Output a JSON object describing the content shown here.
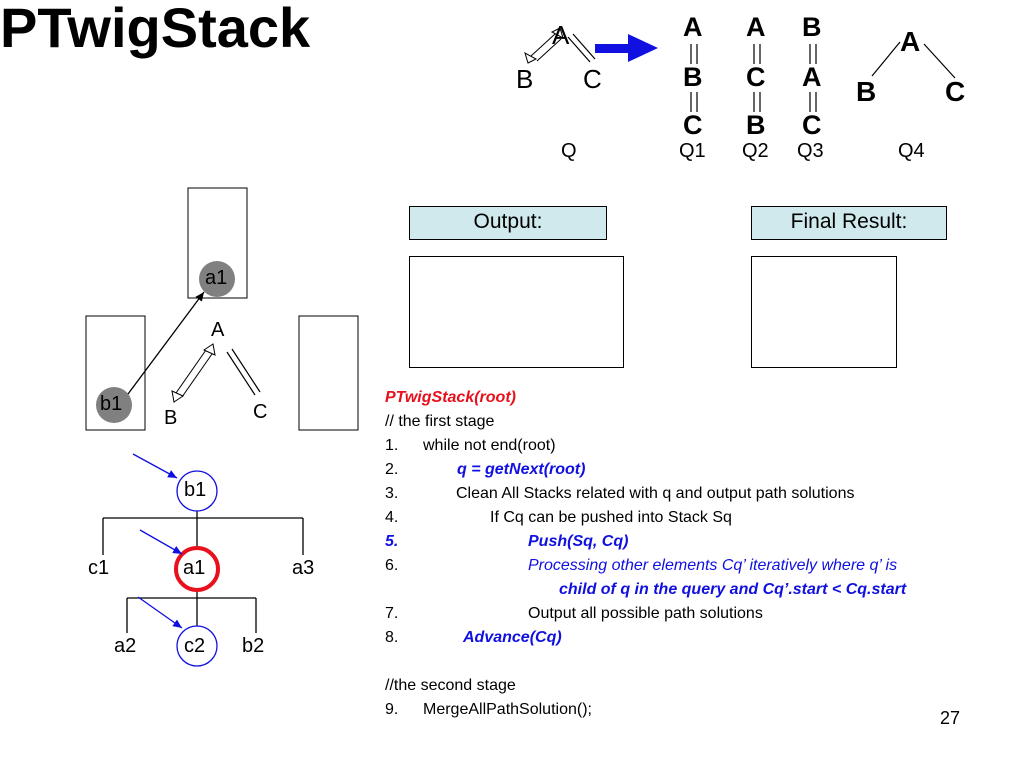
{
  "slide": {
    "title": "PTwigStack",
    "page_number": "27"
  },
  "queries": {
    "q_nodes": {
      "a": "A",
      "b": "B",
      "c": "C"
    },
    "q_label": "Q",
    "q1": {
      "n1": "A",
      "n2": "B",
      "n3": "C",
      "label": "Q1"
    },
    "q2": {
      "n1": "A",
      "n2": "C",
      "n3": "B",
      "label": "Q2"
    },
    "q3": {
      "n1": "B",
      "n2": "A",
      "n3": "C",
      "label": "Q3"
    },
    "q4": {
      "a": "A",
      "b": "B",
      "c": "C",
      "label": "Q4"
    }
  },
  "stacks": {
    "stack_a_item": "a1",
    "stack_b_item": "b1",
    "mini_query": {
      "a": "A",
      "b": "B",
      "c": "C"
    }
  },
  "doc_tree": {
    "root": "b1",
    "level1": [
      "c1",
      "a1",
      "a3"
    ],
    "level2": [
      "a2",
      "c2",
      "b2"
    ]
  },
  "boxes": {
    "output_label": "Output:",
    "final_label": "Final Result:"
  },
  "algorithm": {
    "header": "PTwigStack(root)",
    "comment1": "// the first stage",
    "lines": [
      {
        "num": "1.",
        "text": "while not end(root)"
      },
      {
        "num": "2.",
        "text": "q = getNext(root)"
      },
      {
        "num": "3.",
        "text": "Clean All Stacks related with q and output path solutions"
      },
      {
        "num": "4.",
        "text": "If Cq can be pushed into Stack Sq"
      },
      {
        "num": "5.",
        "text": "Push(Sq, Cq)"
      },
      {
        "num": "6.",
        "text": "Processing other elements Cq’ iteratively where q’ is"
      },
      {
        "num": "",
        "text": "child of q in the query and Cq’.start < Cq.start"
      },
      {
        "num": "7.",
        "text": "Output all possible path solutions"
      },
      {
        "num": "8.",
        "text": "Advance(Cq)"
      }
    ],
    "comment2": "//the second stage",
    "last_line": {
      "num": "9.",
      "text": "MergeAllPathSolution();"
    }
  },
  "colors": {
    "red": "#e8101c",
    "blue": "#1010e0",
    "label_box_fill": "#cfe9ec",
    "node_gray": "#808080"
  }
}
